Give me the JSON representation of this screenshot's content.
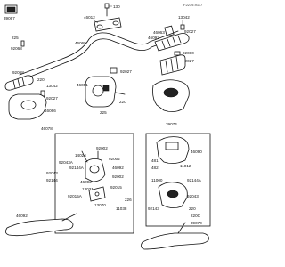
{
  "diagram": {
    "ref_code": "F2239-9117",
    "part_labels": {
      "p39067": "39067",
      "p130": "130",
      "p46012": "46012",
      "p13042a": "13042",
      "p92027a": "92027",
      "p46065": "46065",
      "p225a": "225",
      "p92068a": "92068",
      "p92080": "92080",
      "p92027b": "92027",
      "p46092a": "46092",
      "p92068b": "92068",
      "p220a": "220",
      "p13042b": "13042",
      "p92027c": "92027",
      "p92027d": "92027",
      "p46051": "46051",
      "p220b": "220",
      "p46063": "46063",
      "p46066": "46066",
      "p225b": "225",
      "p46078": "46078",
      "p39074": "39074",
      "p92002a": "92002",
      "p14024": "14024",
      "p92002b": "92002",
      "p92043a": "92043A",
      "p92144a": "92144A",
      "p92043": "92043",
      "p92144b": "92144",
      "p46092b": "46092",
      "p46092c": "46092",
      "p92002c": "92002",
      "p13031": "13031",
      "p92015": "92015",
      "p92015a": "92015A",
      "p226": "226",
      "p13070": "13070",
      "p11038": "11038",
      "p46092d": "46092",
      "p46090": "46090",
      "p481": "481",
      "p482": "482",
      "p11012": "11012",
      "p92144a2": "92144A",
      "p11000": "11000",
      "p92043b": "92043",
      "p92143": "92143",
      "p220c": "220",
      "p220d": "220C",
      "p39070": "39070"
    }
  }
}
